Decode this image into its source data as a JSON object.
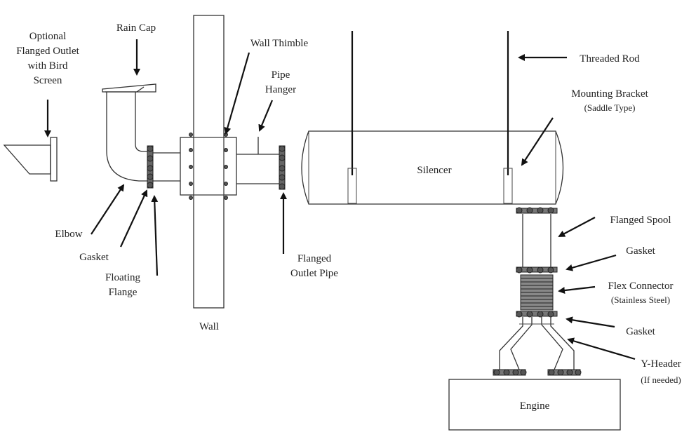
{
  "labels": {
    "optional_outlet": [
      "Optional",
      "Flanged Outlet",
      "with Bird",
      "Screen"
    ],
    "rain_cap": "Rain Cap",
    "wall_thimble": "Wall Thimble",
    "pipe_hanger": [
      "Pipe",
      "Hanger"
    ],
    "threaded_rod": "Threaded Rod",
    "mounting_bracket": "Mounting Bracket",
    "mounting_bracket_sub": "(Saddle Type)",
    "silencer": "Silencer",
    "flanged_spool": "Flanged Spool",
    "gasket_upper": "Gasket",
    "flex_connector": "Flex Connector",
    "flex_connector_sub": "(Stainless Steel)",
    "gasket_lower": "Gasket",
    "y_header": "Y-Header",
    "y_header_sub": "(If needed)",
    "engine": "Engine",
    "elbow": "Elbow",
    "gasket_left": "Gasket",
    "floating_flange": [
      "Floating",
      "Flange"
    ],
    "flanged_outlet_pipe": [
      "Flanged",
      "Outlet Pipe"
    ],
    "wall": "Wall"
  }
}
